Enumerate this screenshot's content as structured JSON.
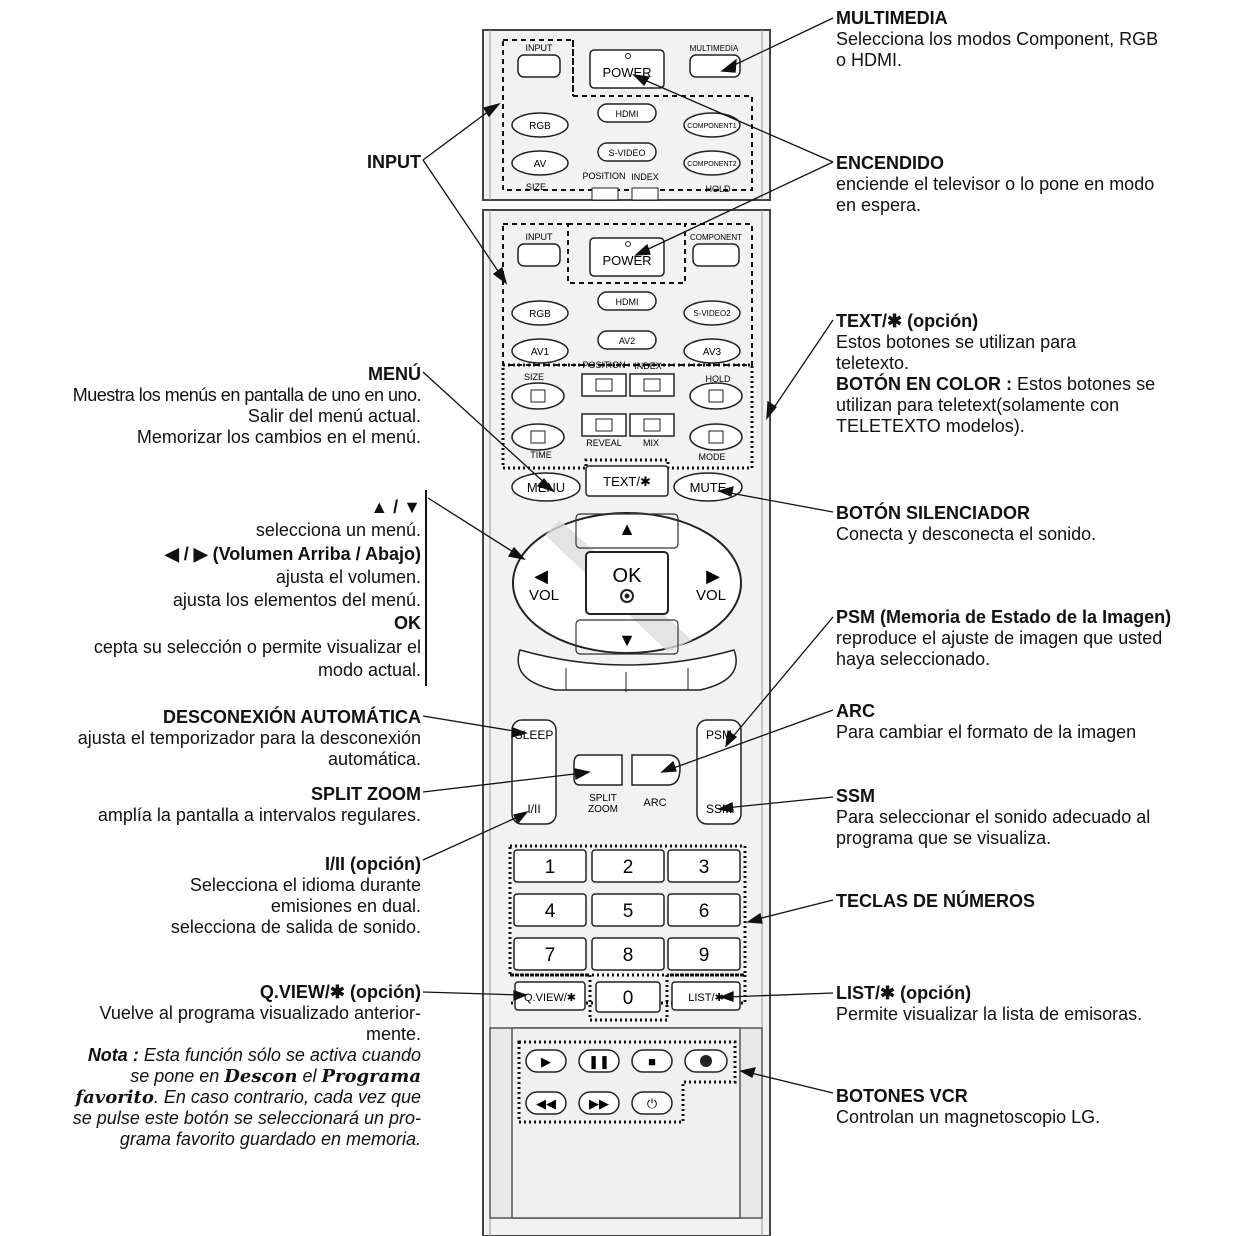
{
  "remote": {
    "top": {
      "input": "INPUT",
      "power": "POWER",
      "multimedia": "MULTIMEDIA",
      "rgb": "RGB",
      "hdmi": "HDMI",
      "component1": "COMPONENT1",
      "av": "AV",
      "svideo": "S-VIDEO",
      "component2": "COMPONENT2",
      "size": "SIZE",
      "position": "POSITION",
      "index": "INDEX",
      "hold": "HOLD"
    },
    "bottom": {
      "input": "INPUT",
      "power": "POWER",
      "component": "COMPONENT",
      "rgb": "RGB",
      "hdmi": "HDMI",
      "svideo2": "S-VIDEO2",
      "av1": "AV1",
      "av2": "AV2",
      "av3": "AV3",
      "size": "SIZE",
      "position": "POSITION",
      "index": "INDEX",
      "hold": "HOLD",
      "time": "TIME",
      "reveal": "REVEAL",
      "mix": "MIX",
      "mode": "MODE",
      "menu": "MENU",
      "text": "TEXT/✱",
      "mute": "MUTE",
      "ok": "OK",
      "vol": "VOL",
      "sleep": "SLEEP",
      "psm": "PSM",
      "ssm": "SSM",
      "i_ii": "I/II",
      "split_zoom_1": "SPLIT",
      "split_zoom_2": "ZOOM",
      "arc": "ARC",
      "numbers": [
        "1",
        "2",
        "3",
        "4",
        "5",
        "6",
        "7",
        "8",
        "9"
      ],
      "zero": "0",
      "qview": "Q.VIEW/✱",
      "list": "LIST/✱"
    }
  },
  "labels": {
    "multimedia": {
      "title": "MULTIMEDIA",
      "desc1": "Selecciona los modos Component, RGB",
      "desc2": "o HDMI."
    },
    "encendido": {
      "title": "ENCENDIDO",
      "desc1": "enciende el televisor o lo pone en modo",
      "desc2": "en espera."
    },
    "input": {
      "title": "INPUT"
    },
    "text": {
      "title": "TEXT/✱ (opción)",
      "desc1": "Estos botones se utilizan para",
      "desc2": "teletexto.",
      "color_title": "BOTÓN EN COLOR :",
      "color_desc1": " Estos botones se",
      "color_desc2": "utilizan para teletext(solamente con",
      "color_desc3": "TELETEXTO modelos)."
    },
    "menu": {
      "title": "MENÚ",
      "desc1": "Muestra los menús en pantalla de uno en uno.",
      "desc2": "Salir del menú actual.",
      "desc3": "Memorizar los cambios en el menú."
    },
    "mute": {
      "title": "BOTÓN SILENCIADOR",
      "desc1": "Conecta y desconecta el sonido."
    },
    "nav": {
      "title1": "▲ / ▼",
      "desc1": "selecciona un menú.",
      "title2": "◀ / ▶ (Volumen Arriba / Abajo)",
      "desc2": "ajusta el volumen.",
      "desc3": "ajusta los elementos del menú.",
      "title3": "OK",
      "desc4": "cepta su selección o permite visualizar el",
      "desc5": "modo actual."
    },
    "psm": {
      "title": "PSM (Memoria de Estado de la Imagen)",
      "desc1": "reproduce el ajuste de imagen que usted",
      "desc2": "haya seleccionado."
    },
    "arc": {
      "title": "ARC",
      "desc1": "Para cambiar el formato de la imagen"
    },
    "sleep": {
      "title": "DESCONEXIÓN AUTOMÁTICA",
      "desc1": "ajusta el temporizador para la desconexión",
      "desc2": "automática."
    },
    "ssm": {
      "title": "SSM",
      "desc1": "Para seleccionar el sonido adecuado al",
      "desc2": "programa que se visualiza."
    },
    "split": {
      "title": "SPLIT ZOOM",
      "desc1": "amplía la pantalla a intervalos regulares."
    },
    "iii": {
      "title": "I/II (opción)",
      "desc1": "Selecciona el idioma durante",
      "desc2": "emisiones en dual.",
      "desc3": "selecciona de salida de sonido."
    },
    "numbers": {
      "title": "TECLAS DE NÚMEROS"
    },
    "qview": {
      "title": "Q.VIEW/✱ (opción)",
      "desc1": "Vuelve al programa visualizado anterior-",
      "desc2": "mente.",
      "note_label": "Nota :",
      "note1": " Esta función sólo se activa cuando",
      "note2a": "se pone en ",
      "note2b": "Descon",
      "note2c": " el ",
      "note2d": "Programa",
      "note3a": "favorito",
      "note3b": ". En caso contrario, cada vez que",
      "note4": "se pulse este botón se seleccionará un pro-",
      "note5": "grama favorito guardado en memoria."
    },
    "list": {
      "title": "LIST/✱ (opción)",
      "desc1": "Permite visualizar la lista de emisoras."
    },
    "vcr": {
      "title": "BOTONES VCR",
      "desc1": "Controlan un magnetoscopio LG."
    }
  }
}
